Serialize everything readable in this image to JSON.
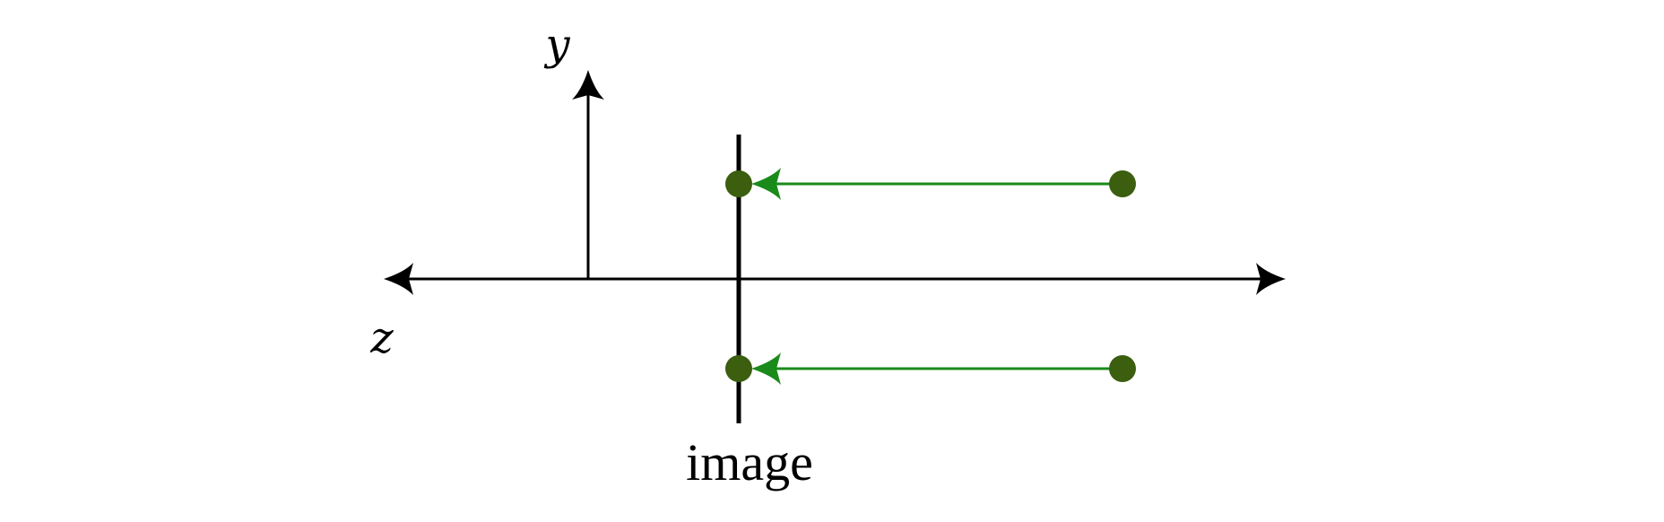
{
  "labels": {
    "y_axis": "y",
    "z_axis": "z",
    "image_plane": "image"
  },
  "colors": {
    "axis": "#000000",
    "ray": "#1a8a1a",
    "point": "#3b5e0f",
    "background": "#ffffff"
  },
  "rays": [
    {
      "name": "upper-ray",
      "from": "source-point-upper",
      "to": "image-point-upper"
    },
    {
      "name": "lower-ray",
      "from": "source-point-lower",
      "to": "image-point-lower"
    }
  ]
}
